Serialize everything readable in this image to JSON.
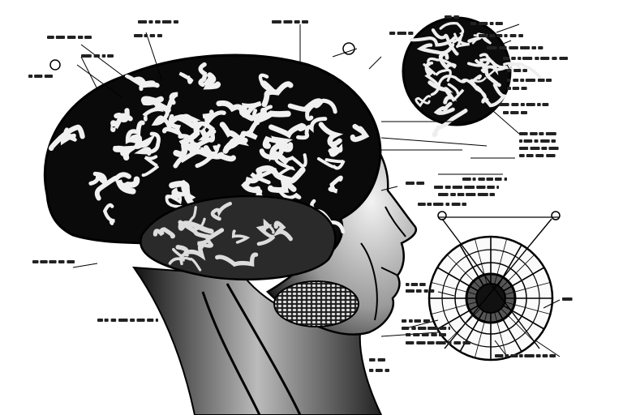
{
  "illustration": {
    "subject_icons": [
      "brain-in-head-profile",
      "brain-sphere",
      "radial-cross-section"
    ],
    "colors": {
      "ink": "#0a0a0a",
      "paper": "#ffffff",
      "shade": "#6e6e6e",
      "highlight": "#e8e8e8"
    }
  }
}
